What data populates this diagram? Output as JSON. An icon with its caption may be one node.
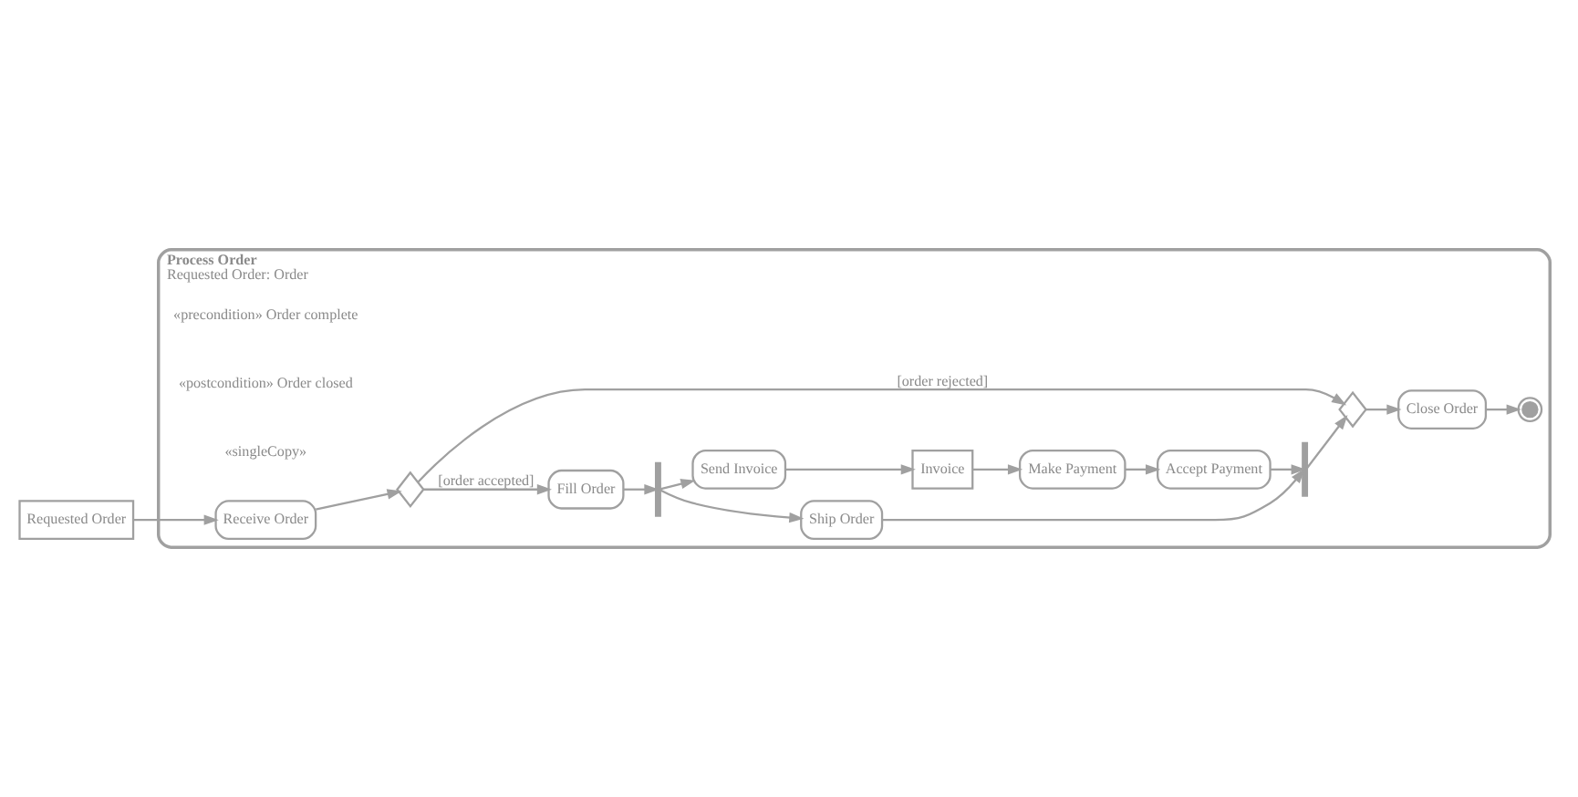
{
  "diagram": {
    "nodes": [
      {
        "text": [
          "Process Order",
          "Requested Order: Order"
        ]
      },
      {
        "text": [
          "Requested Order"
        ]
      },
      {
        "text": [
          "Receive Order"
        ],
        "in": 0
      },
      {
        "text": [],
        "shape": "diamond",
        "in": 0
      },
      {
        "text": [
          "Fill Order"
        ],
        "in": 0
      },
      {
        "text": [],
        "shape": "bar",
        "in": 0
      },
      {
        "text": [
          "Ship Order"
        ],
        "in": 0
      },
      {
        "text": [],
        "shape": "bar",
        "in": 0
      },
      {
        "text": [],
        "shape": "diamond",
        "in": 0
      },
      {
        "text": [
          "Close Order"
        ],
        "in": 0
      },
      {
        "text": [],
        "shape": "circle",
        "in": 0
      },
      {
        "text": [
          "Send Invoice"
        ],
        "in": 0
      },
      {
        "text": [
          "Invoice"
        ],
        "in": 0
      },
      {
        "text": [
          "Make Payment"
        ],
        "in": 0
      },
      {
        "text": [
          "Accept Payment"
        ],
        "in": 0
      }
    ],
    "edges": [
      {
        "from": 1,
        "to": 2,
        "arrow": "to"
      },
      {
        "from": 2,
        "to": 3,
        "arrow": "to"
      },
      {
        "from": 3,
        "to": 4,
        "arrow": "to",
        "label": "[order accepted]"
      },
      {
        "from": 3,
        "to": 8,
        "arrow": "to",
        "label": "[order rejected]"
      },
      {
        "from": 4,
        "to": 5,
        "arrow": "to"
      },
      {
        "from": 5,
        "to": 6,
        "arrow": "to"
      },
      {
        "from": 5,
        "to": 11,
        "arrow": "to"
      },
      {
        "from": 6,
        "to": 7,
        "arrow": "to"
      },
      {
        "from": 14,
        "to": 7,
        "arrow": "to"
      },
      {
        "from": 7,
        "to": 8,
        "arrow": "to"
      },
      {
        "from": 8,
        "to": 9,
        "arrow": "to"
      },
      {
        "from": 9,
        "to": 10,
        "arrow": "to"
      },
      {
        "from": 11,
        "to": 12,
        "arrow": "to"
      },
      {
        "from": 12,
        "to": 13,
        "arrow": "to"
      },
      {
        "from": 13,
        "to": 14,
        "arrow": "to"
      }
    ],
    "labels": [
      "«precondition» Order complete",
      "«postcondition» Order closed",
      "«singleCopy»"
    ]
  }
}
